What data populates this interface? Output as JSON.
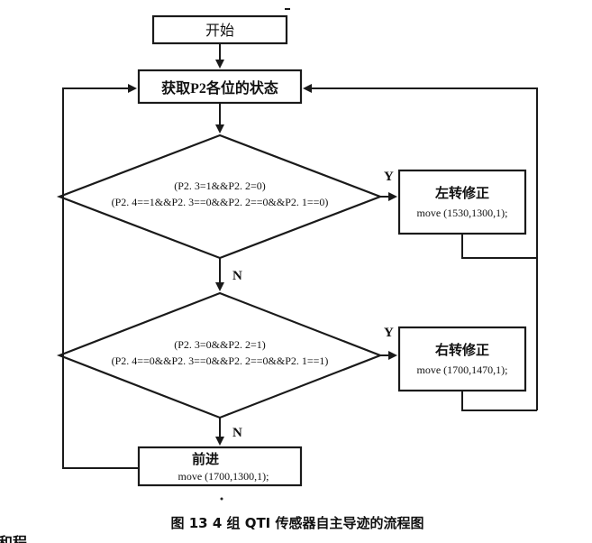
{
  "nodes": {
    "start": "开始",
    "read_state": "获取P2各位的状态",
    "cond1_line1": "(P2. 3=1&&P2. 2=0)",
    "cond1_line2": "(P2. 4==1&&P2. 3==0&&P2. 2==0&&P2. 1==0)",
    "left_fix_title": "左转修正",
    "left_fix_cmd": "move (1530,1300,1);",
    "cond2_line1": "(P2. 3=0&&P2. 2=1)",
    "cond2_line2": "(P2. 4==0&&P2. 3==0&&P2. 2==0&&P2. 1==1)",
    "right_fix_title": "右转修正",
    "right_fix_cmd": "move (1700,1470,1);",
    "forward_title": "前进",
    "forward_cmd": "move (1700,1300,1);"
  },
  "edge_labels": {
    "yes1": "Y",
    "no1": "N",
    "yes2": "Y",
    "no2": "N"
  },
  "caption": "图 13   4 组 QTI 传感器自主导迹的流程图",
  "fragment": "和程"
}
